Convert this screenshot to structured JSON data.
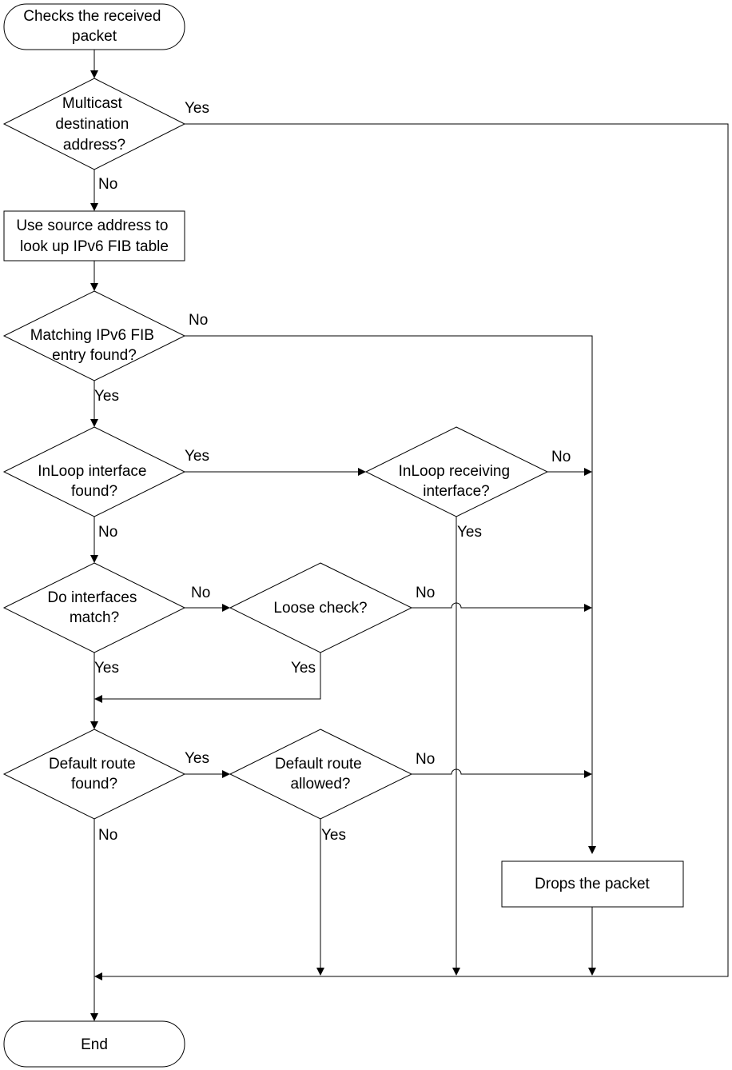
{
  "nodes": {
    "start": {
      "lines": [
        "Checks the received",
        "packet"
      ]
    },
    "multicast": {
      "lines": [
        "Multicast",
        "destination",
        "address?"
      ]
    },
    "lookup": {
      "lines": [
        "Use source address to",
        "look up IPv6 FIB table"
      ]
    },
    "matching": {
      "lines": [
        "Matching IPv6 FIB",
        "entry found?"
      ]
    },
    "inloop": {
      "lines": [
        "InLoop interface",
        "found?"
      ]
    },
    "inloop_recv": {
      "lines": [
        "InLoop receiving",
        "interface?"
      ]
    },
    "iface_match": {
      "lines": [
        "Do interfaces",
        "match?"
      ]
    },
    "loose": {
      "lines": [
        "Loose check?"
      ]
    },
    "default_found": {
      "lines": [
        "Default route",
        "found?"
      ]
    },
    "default_allowed": {
      "lines": [
        "Default route",
        "allowed?"
      ]
    },
    "drop": {
      "lines": [
        "Drops the packet"
      ]
    },
    "end": {
      "lines": [
        "End"
      ]
    }
  },
  "edges": {
    "multicast_yes": "Yes",
    "multicast_no": "No",
    "matching_no": "No",
    "matching_yes": "Yes",
    "inloop_yes": "Yes",
    "inloop_no": "No",
    "inloop_recv_no": "No",
    "inloop_recv_yes": "Yes",
    "iface_no": "No",
    "iface_yes": "Yes",
    "loose_no": "No",
    "loose_yes": "Yes",
    "default_found_yes": "Yes",
    "default_found_no": "No",
    "default_allowed_no": "No",
    "default_allowed_yes": "Yes"
  }
}
